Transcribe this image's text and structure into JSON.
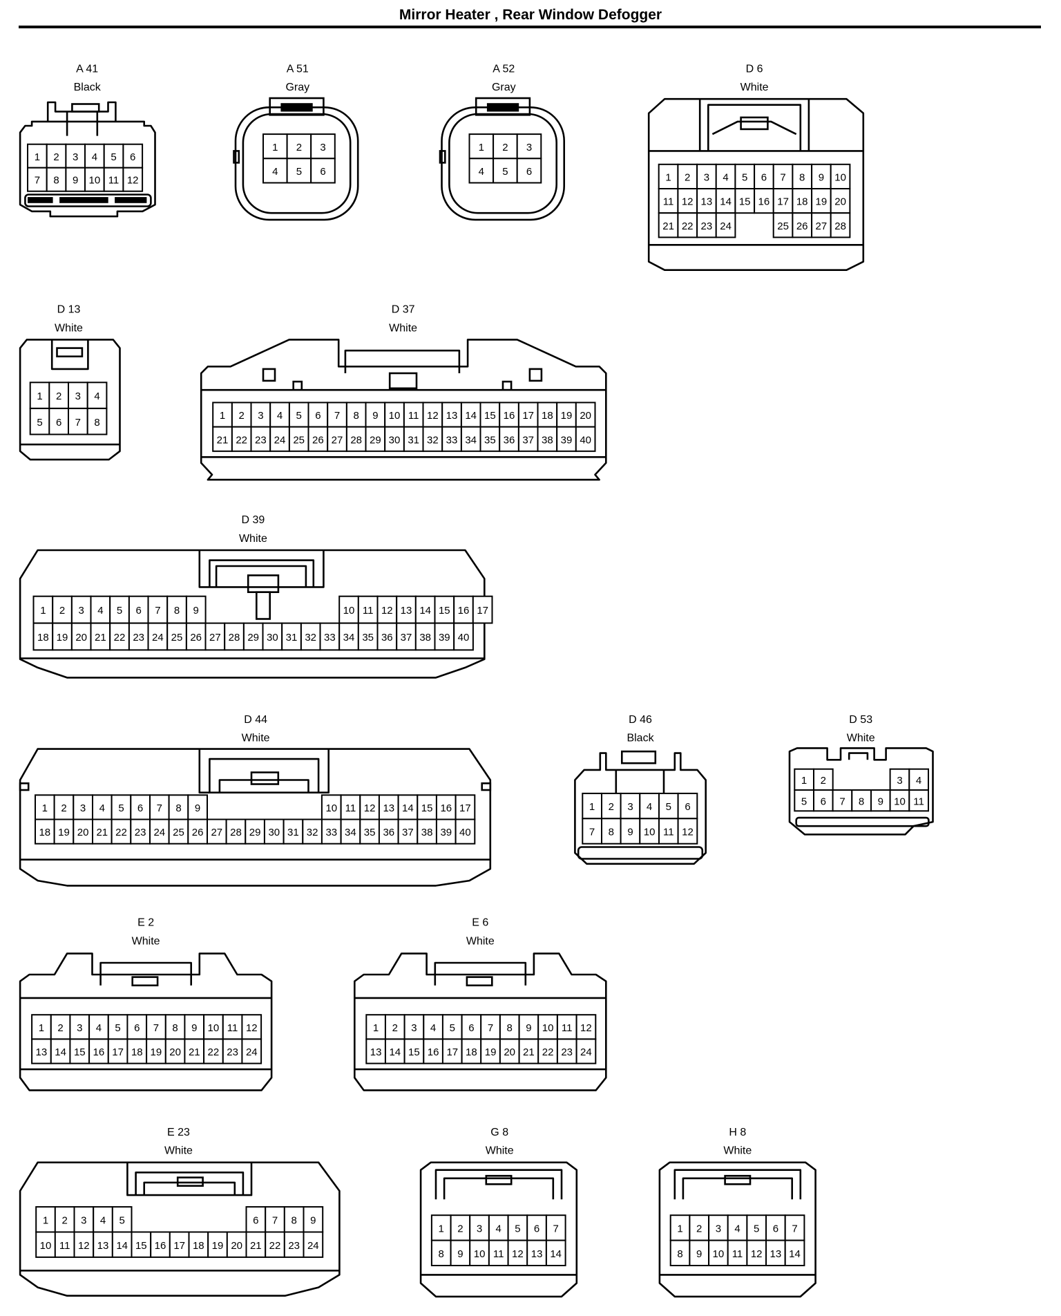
{
  "title": "Mirror Heater , Rear Window Defogger",
  "connectors": [
    {
      "id": "A 41",
      "color": "Black",
      "rows": [
        [
          "1",
          "2",
          "3",
          "4",
          "5",
          "6"
        ],
        [
          "7",
          "8",
          "9",
          "10",
          "11",
          "12"
        ]
      ]
    },
    {
      "id": "A 51",
      "color": "Gray",
      "rows": [
        [
          "1",
          "2",
          "3"
        ],
        [
          "4",
          "5",
          "6"
        ]
      ]
    },
    {
      "id": "A 52",
      "color": "Gray",
      "rows": [
        [
          "1",
          "2",
          "3"
        ],
        [
          "4",
          "5",
          "6"
        ]
      ]
    },
    {
      "id": "D 6",
      "color": "White",
      "rows": [
        [
          "1",
          "2",
          "3",
          "4",
          "5",
          "6",
          "7",
          "8",
          "9",
          "10"
        ],
        [
          "11",
          "12",
          "13",
          "14",
          "15",
          "16",
          "17",
          "18",
          "19",
          "20"
        ],
        [
          "21",
          "22",
          "23",
          "24",
          "",
          "",
          "25",
          "26",
          "27",
          "28"
        ]
      ]
    },
    {
      "id": "D 13",
      "color": "White",
      "rows": [
        [
          "1",
          "2",
          "3",
          "4"
        ],
        [
          "5",
          "6",
          "7",
          "8"
        ]
      ]
    },
    {
      "id": "D 37",
      "color": "White",
      "rows": [
        [
          "1",
          "2",
          "3",
          "4",
          "5",
          "6",
          "7",
          "8",
          "9",
          "10",
          "11",
          "12",
          "13",
          "14",
          "15",
          "16",
          "17",
          "18",
          "19",
          "20"
        ],
        [
          "21",
          "22",
          "23",
          "24",
          "25",
          "26",
          "27",
          "28",
          "29",
          "30",
          "31",
          "32",
          "33",
          "34",
          "35",
          "36",
          "37",
          "38",
          "39",
          "40"
        ]
      ]
    },
    {
      "id": "D 39",
      "color": "White",
      "rows": [
        [
          "1",
          "2",
          "3",
          "4",
          "5",
          "6",
          "7",
          "8",
          "9",
          "",
          "",
          "",
          "",
          "",
          "",
          "",
          "10",
          "11",
          "12",
          "13",
          "14",
          "15",
          "16",
          "17"
        ],
        [
          "18",
          "19",
          "20",
          "21",
          "22",
          "23",
          "24",
          "25",
          "26",
          "27",
          "28",
          "29",
          "30",
          "31",
          "32",
          "33",
          "34",
          "35",
          "36",
          "37",
          "38",
          "39",
          "40"
        ]
      ]
    },
    {
      "id": "D 44",
      "color": "White",
      "rows": [
        [
          "1",
          "2",
          "3",
          "4",
          "5",
          "6",
          "7",
          "8",
          "9",
          "",
          "",
          "",
          "",
          "",
          "",
          "10",
          "11",
          "12",
          "13",
          "14",
          "15",
          "16",
          "17"
        ],
        [
          "18",
          "19",
          "20",
          "21",
          "22",
          "23",
          "24",
          "25",
          "26",
          "27",
          "28",
          "29",
          "30",
          "31",
          "32",
          "33",
          "34",
          "35",
          "36",
          "37",
          "38",
          "39",
          "40"
        ]
      ]
    },
    {
      "id": "D 46",
      "color": "Black",
      "rows": [
        [
          "1",
          "2",
          "3",
          "4",
          "5",
          "6"
        ],
        [
          "7",
          "8",
          "9",
          "10",
          "11",
          "12"
        ]
      ]
    },
    {
      "id": "D 53",
      "color": "White",
      "rows": [
        [
          "1",
          "2",
          "",
          "",
          "",
          "3",
          "4"
        ],
        [
          "5",
          "6",
          "7",
          "8",
          "9",
          "10",
          "11"
        ]
      ]
    },
    {
      "id": "E 2",
      "color": "White",
      "rows": [
        [
          "1",
          "2",
          "3",
          "4",
          "5",
          "6",
          "7",
          "8",
          "9",
          "10",
          "11",
          "12"
        ],
        [
          "13",
          "14",
          "15",
          "16",
          "17",
          "18",
          "19",
          "20",
          "21",
          "22",
          "23",
          "24"
        ]
      ]
    },
    {
      "id": "E 6",
      "color": "White",
      "rows": [
        [
          "1",
          "2",
          "3",
          "4",
          "5",
          "6",
          "7",
          "8",
          "9",
          "10",
          "11",
          "12"
        ],
        [
          "13",
          "14",
          "15",
          "16",
          "17",
          "18",
          "19",
          "20",
          "21",
          "22",
          "23",
          "24"
        ]
      ]
    },
    {
      "id": "E 23",
      "color": "White",
      "rows": [
        [
          "1",
          "2",
          "3",
          "4",
          "5",
          "",
          "",
          "",
          "",
          "",
          "",
          "6",
          "7",
          "8",
          "9"
        ],
        [
          "10",
          "11",
          "12",
          "13",
          "14",
          "15",
          "16",
          "17",
          "18",
          "19",
          "20",
          "21",
          "22",
          "23",
          "24"
        ]
      ]
    },
    {
      "id": "G 8",
      "color": "White",
      "rows": [
        [
          "1",
          "2",
          "3",
          "4",
          "5",
          "6",
          "7"
        ],
        [
          "8",
          "9",
          "10",
          "11",
          "12",
          "13",
          "14"
        ]
      ]
    },
    {
      "id": "H 8",
      "color": "White",
      "rows": [
        [
          "1",
          "2",
          "3",
          "4",
          "5",
          "6",
          "7"
        ],
        [
          "8",
          "9",
          "10",
          "11",
          "12",
          "13",
          "14"
        ]
      ]
    }
  ]
}
